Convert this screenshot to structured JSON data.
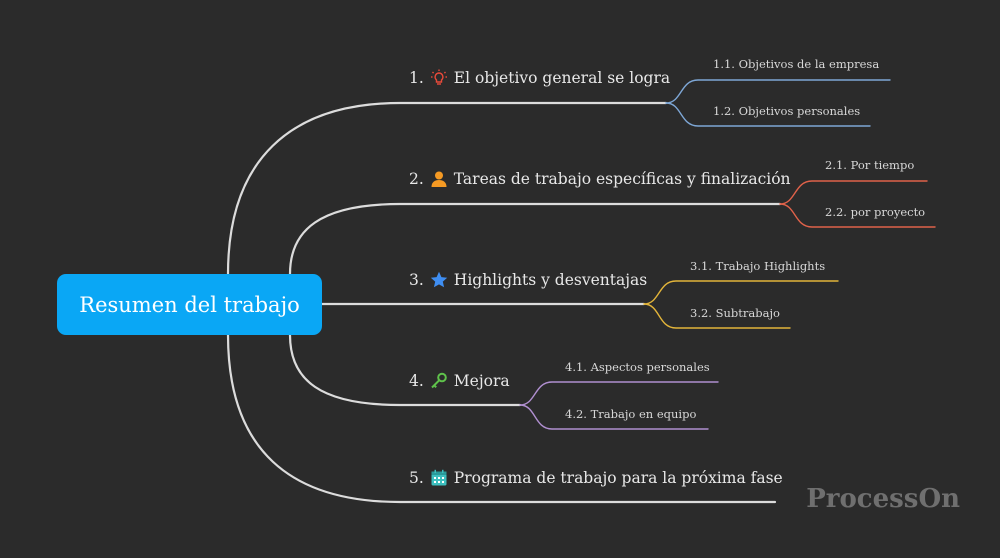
{
  "root": {
    "label": "Resumen del trabajo"
  },
  "branches": [
    {
      "number": "1.",
      "label": "El objetivo general se logra",
      "icon": "lightbulb-icon",
      "color": "#7ea7d6",
      "icon_color": "#e84a3a",
      "children": [
        "1.1. Objetivos de la empresa",
        "1.2. Objetivos personales"
      ]
    },
    {
      "number": "2.",
      "label": "Tareas de trabajo específicas y finalización",
      "icon": "person-icon",
      "color": "#e0624a",
      "icon_color": "#f59a23",
      "children": [
        "2.1. Por tiempo",
        "2.2. por proyecto"
      ]
    },
    {
      "number": "3.",
      "label": "Highlights y desventajas",
      "icon": "star-icon",
      "color": "#e2b43a",
      "icon_color": "#3f8ef2",
      "children": [
        "3.1. Trabajo Highlights",
        "3.2. Subtrabajo"
      ]
    },
    {
      "number": "4.",
      "label": "Mejora",
      "icon": "key-icon",
      "color": "#b08fd0",
      "icon_color": "#5fc24b",
      "children": [
        "4.1. Aspectos personales",
        "4.2. Trabajo en equipo"
      ]
    },
    {
      "number": "5.",
      "label": "Programa de trabajo para la próxima fase",
      "icon": "calendar-icon",
      "color": "#d6d6d6",
      "icon_color": "#3dbfbf",
      "children": []
    }
  ],
  "main_line_color": "#dcdcdc",
  "watermark": "ProcessOn"
}
